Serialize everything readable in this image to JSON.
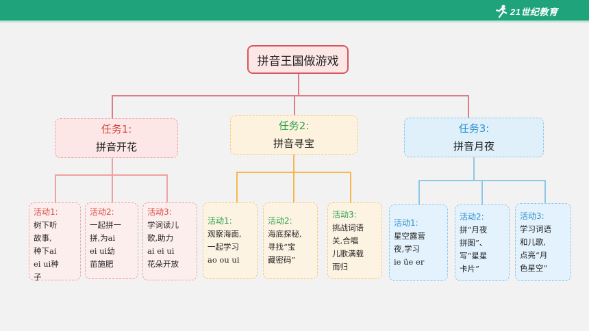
{
  "header": {
    "logo_text": "21世纪教育",
    "colors": {
      "bar": "#1fa37a"
    }
  },
  "root": {
    "label": "拼音王国做游戏"
  },
  "tasks": [
    {
      "label": "任务1:",
      "name": "拼音开花",
      "label_color": "#d84a40",
      "activities": [
        {
          "label": "活动1:",
          "lines": [
            "树下听",
            "故事,",
            "种下ai",
            "ei ui种",
            "子"
          ]
        },
        {
          "label": "活动2:",
          "lines": [
            "一起拼一",
            "拼,为ai",
            "ei ui幼",
            "苗施肥"
          ]
        },
        {
          "label": "活动3:",
          "lines": [
            "学词读儿",
            "歌,助力",
            "ai ei ui",
            "花朵开放"
          ]
        }
      ]
    },
    {
      "label": "任务2:",
      "name": "拼音寻宝",
      "label_color": "#2aa14e",
      "activities": [
        {
          "label": "活动1:",
          "lines": [
            "观察海面,",
            "一起学习",
            "ao ou ui"
          ]
        },
        {
          "label": "活动2:",
          "lines": [
            "海底探秘,",
            "寻找“宝",
            "藏密码”"
          ]
        },
        {
          "label": "活动3:",
          "lines": [
            "挑战词语",
            "关,合唱",
            "儿歌满载",
            "而归"
          ]
        }
      ]
    },
    {
      "label": "任务3:",
      "name": "拼音月夜",
      "label_color": "#2f8fd0",
      "activities": [
        {
          "label": "活动1:",
          "lines": [
            "星空露营",
            "夜,学习",
            "ie üe er"
          ]
        },
        {
          "label": "活动2:",
          "lines": [
            "拼“月夜",
            "拼图”、",
            "写“星星",
            "卡片”"
          ]
        },
        {
          "label": "活动3:",
          "lines": [
            "学习词语",
            "和儿歌,",
            "点亮“月",
            "色星空”"
          ]
        }
      ]
    }
  ]
}
